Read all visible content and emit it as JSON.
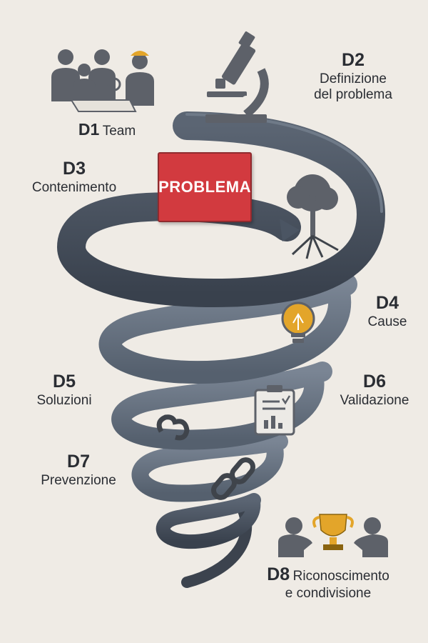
{
  "steps": [
    {
      "code": "D1",
      "label": "Team",
      "icon": "team-icon"
    },
    {
      "code": "D2",
      "label_line1": "Definizione",
      "label_line2": "del problema",
      "icon": "microscope-icon"
    },
    {
      "code": "D3",
      "label": "Contenimento",
      "icon": "problem-box"
    },
    {
      "code": "D4",
      "label": "Cause",
      "icon": "lightbulb-icon"
    },
    {
      "code": "D5",
      "label": "Soluzioni",
      "icon": "chain-icon"
    },
    {
      "code": "D6",
      "label": "Validazione",
      "icon": "clipboard-icon"
    },
    {
      "code": "D7",
      "label": "Prevenzione",
      "icon": "chain-link-icon"
    },
    {
      "code": "D8",
      "label_line1": "Riconoscimento",
      "label_line2": "e condivisione",
      "icon": "trophy-icon"
    }
  ],
  "problem_box": {
    "label": "PROBLEMA"
  },
  "colors": {
    "background": "#efebe5",
    "spiral": "#4b5563",
    "problem_box": "#d23a3f",
    "accent_gold": "#e3a52a",
    "icon_gray": "#5d6169"
  }
}
